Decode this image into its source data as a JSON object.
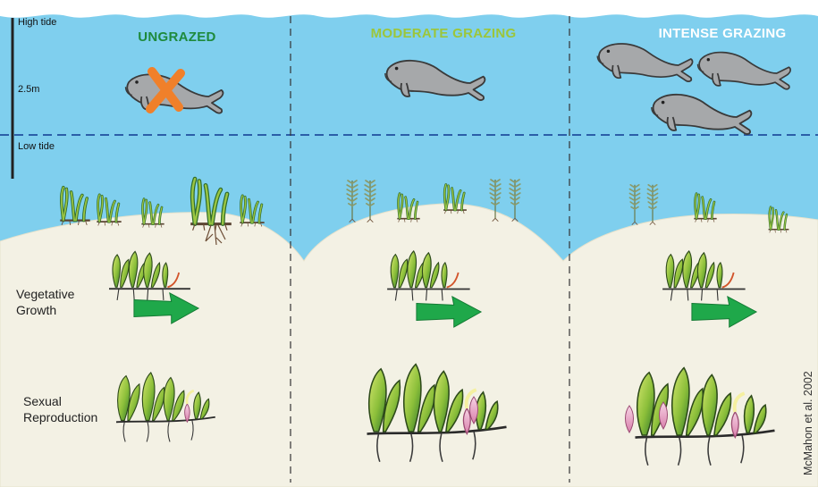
{
  "labels": {
    "high_tide": "High tide",
    "depth": "2.5m",
    "low_tide": "Low tide",
    "vegetative_line1": "Vegetative",
    "vegetative_line2": "Growth",
    "sexual_line1": "Sexual",
    "sexual_line2": "Reproduction"
  },
  "panels": [
    {
      "heading": "UNGRAZED",
      "color": "#1e8a3c",
      "dugongs": 1,
      "excluded": true
    },
    {
      "heading": "MODERATE GRAZING",
      "color": "#9cc63a",
      "dugongs": 1,
      "excluded": false
    },
    {
      "heading": "INTENSE GRAZING",
      "color": "#ffffff",
      "dugongs": 3,
      "excluded": false
    }
  ],
  "credit": "McMahon et al. 2002",
  "colors": {
    "water": "#7fcfee",
    "sediment": "#f3f1e4",
    "tide_line": "#2b5fa8",
    "arrow": "#1fa84a",
    "exclusion_mark": "#f0802a",
    "dugong": "#a6a8aa",
    "seagrass": "#8fbf3a",
    "flower": "#e8a6c8"
  },
  "icons": [
    "dugong-icon",
    "exclusion-x-icon",
    "seagrass-icon",
    "growth-arrow-icon",
    "flower-icon"
  ]
}
